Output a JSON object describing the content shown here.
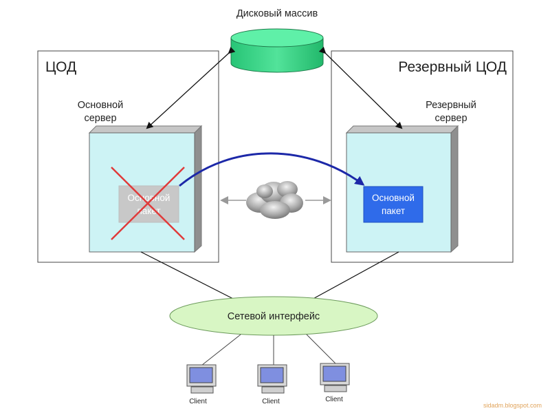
{
  "disk_array": {
    "label": "Дисковый массив"
  },
  "primary_dc": {
    "title": "ЦОД",
    "server_label_1": "Основной",
    "server_label_2": "сервер",
    "package_line1": "Основной",
    "package_line2": "пакет",
    "package_failed": true
  },
  "backup_dc": {
    "title": "Резервный ЦОД",
    "server_label_1": "Резервный",
    "server_label_2": "сервер",
    "package_line1": "Основной",
    "package_line2": "пакет"
  },
  "network": {
    "label": "Сетевой интерфейс"
  },
  "clients": [
    {
      "label": "Client"
    },
    {
      "label": "Client"
    },
    {
      "label": "Client"
    }
  ],
  "watermark": "sidadm.blogspot.com",
  "colors": {
    "server_face": "#cdf3f5",
    "server_side": "#9a9a9a",
    "disk_array": "#3fd98a",
    "network_ellipse": "#d8f6c4",
    "failed_package": "#c8c8c8",
    "failed_cross": "#e03a3a",
    "active_package": "#2f6bea",
    "migration_arrow": "#1c28a8"
  }
}
